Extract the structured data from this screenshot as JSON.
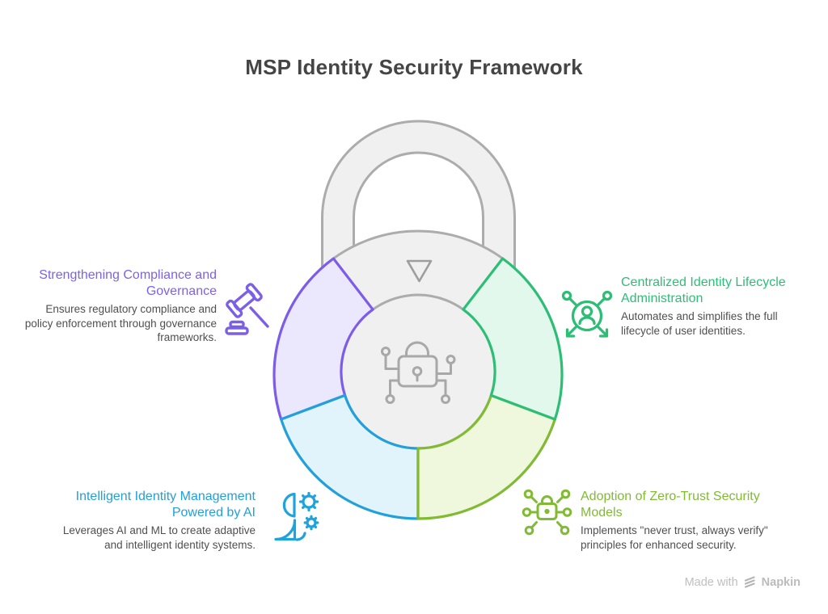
{
  "title": "MSP Identity Security Framework",
  "diagram": {
    "type": "padlock-segmented-ring",
    "center_icon": "circuit-lock-icon",
    "pointer_icon": "down-triangle-icon",
    "lock_body_fill": "#F0F0F0",
    "lock_outline": "#ACACAC",
    "center_icon_color": "#A8A8A8"
  },
  "sections": [
    {
      "position": "top-left",
      "title": "Strengthening Compliance and Governance",
      "description": "Ensures regulatory compliance and policy enforcement through governance frameworks.",
      "accent": "#7C5CE8",
      "segment_fill": "#EBE7FC",
      "icon": "gavel-icon"
    },
    {
      "position": "top-right",
      "title": "Centralized Identity Lifecycle Administration",
      "description": "Automates and simplifies the full lifecycle of user identities.",
      "accent": "#2DBE76",
      "segment_fill": "#E2F8EC",
      "icon": "identity-distribution-icon"
    },
    {
      "position": "bottom-left",
      "title": "Intelligent Identity Management Powered by AI",
      "description": "Leverages AI and ML to create adaptive and intelligent identity systems.",
      "accent": "#21A0DB",
      "segment_fill": "#E2F4FB",
      "icon": "ai-head-gears-icon"
    },
    {
      "position": "bottom-right",
      "title": "Adoption of Zero-Trust Security Models",
      "description": "Implements \"never trust, always verify\" principles for enhanced security.",
      "accent": "#80BB33",
      "segment_fill": "#EFF8DC",
      "icon": "network-lock-icon"
    }
  ],
  "footer": {
    "made_with": "Made with",
    "brand": "Napkin"
  }
}
